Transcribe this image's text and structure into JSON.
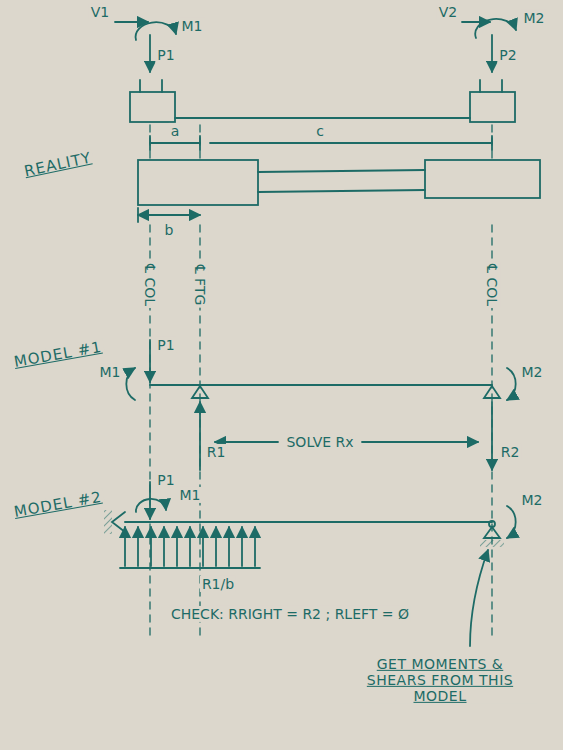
{
  "diagram": {
    "labels": [
      "V1",
      "M1",
      "P1",
      "V2",
      "M2",
      "P2",
      "a",
      "c",
      "b",
      "REALITY",
      "℄ COL",
      "℄ FTG",
      "℄ COL",
      "MODEL #1",
      "P1",
      "M1",
      "M2",
      "R1",
      "SOLVE Rx",
      "R2",
      "MODEL #2",
      "P1",
      "M1",
      "M2",
      "R1/b",
      "CHECK: RRIGHT = R2 ; RLEFT = Ø",
      "GET MOMENTS & SHEARS FROM THIS MODEL"
    ]
  }
}
